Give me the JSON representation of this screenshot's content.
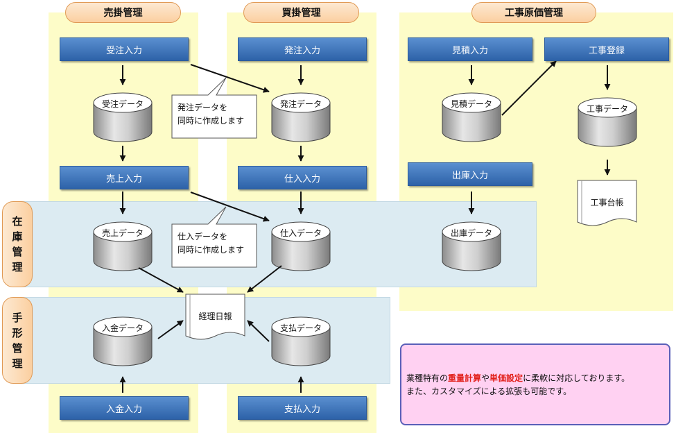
{
  "headers": {
    "sales": "売掛管理",
    "purchase": "買掛管理",
    "cost": "工事原価管理"
  },
  "side_labels": {
    "inventory": "在\n庫\n管\n理",
    "bills": "手\n形\n管\n理"
  },
  "buttons": {
    "order_entry": "受注入力",
    "sales_entry": "売上入力",
    "deposit_entry": "入金入力",
    "po_entry": "発注入力",
    "purchase_entry": "仕入入力",
    "payment_entry": "支払入力",
    "estimate_entry": "見積入力",
    "construction_reg": "工事登録",
    "shipment_entry": "出庫入力"
  },
  "databases": {
    "order_data": "受注データ",
    "sales_data": "売上データ",
    "deposit_data": "入金データ",
    "po_data": "発注データ",
    "purchase_data": "仕入データ",
    "payment_data": "支払データ",
    "estimate_data": "見積データ",
    "construction_data": "工事データ",
    "shipment_data": "出庫データ"
  },
  "documents": {
    "journal": "経理日報",
    "ledger": "工事台帳"
  },
  "callouts": {
    "po": "発注データを\n同時に作成します",
    "purchase": "仕入データを\n同時に作成します"
  },
  "note": {
    "prefix": "業種特有の",
    "hl1": "重量計算",
    "mid": "や",
    "hl2": "単価設定",
    "suffix": "に柔軟に対応しております。",
    "line2": "また、カスタマイズによる拡張も可能です。"
  }
}
